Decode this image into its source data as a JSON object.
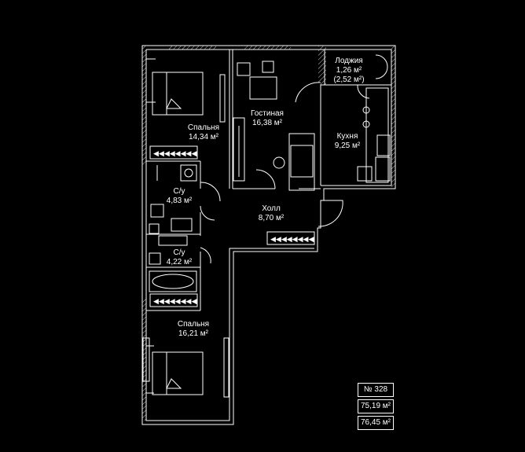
{
  "rooms": {
    "loggia": {
      "name": "Лоджия",
      "area": "1,26 м²",
      "area2": "(2,52 м²)"
    },
    "living": {
      "name": "Гостиная",
      "area": "16,38 м²"
    },
    "bedroom1": {
      "name": "Спальня",
      "area": "14,34 м²"
    },
    "kitchen": {
      "name": "Кухня",
      "area": "9,25 м²"
    },
    "bath1": {
      "name": "С/у",
      "area": "4,83 м²"
    },
    "hall": {
      "name": "Холл",
      "area": "8,70 м²"
    },
    "bath2": {
      "name": "С/у",
      "area": "4,22 м²"
    },
    "bedroom2": {
      "name": "Спальня",
      "area": "16,21 м²"
    }
  },
  "info": {
    "number": "№ 328",
    "area_total": "75,19 м²",
    "area_full": "76,45 м²"
  }
}
